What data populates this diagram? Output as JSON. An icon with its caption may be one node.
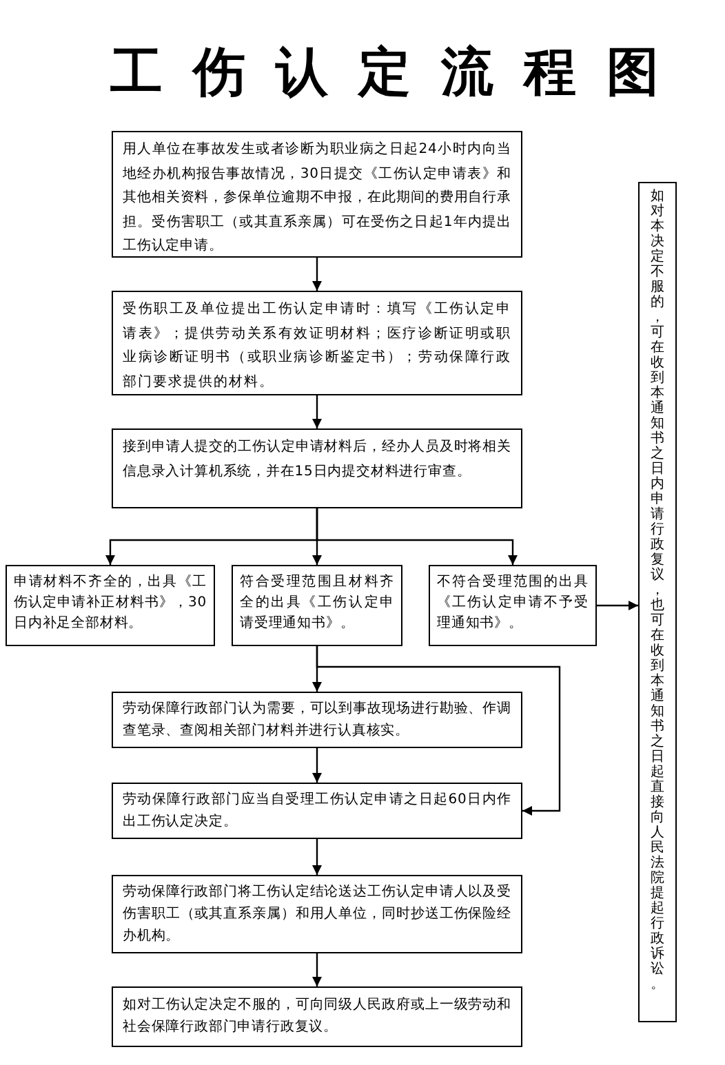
{
  "diagram": {
    "title": "工伤认定流程图",
    "nodes": [
      {
        "text": [
          "用人单位在事故发生或者诊断为职业病之日起24小时内向当地经办机构报告事故情况，30日提交《工伤认定申请表》和其他相关资料，参保单位逾期不申报，在此期间的费用自行承担。受伤害职工（或其直系亲属）可在受伤之日起1年内提出工伤认定申请。"
        ]
      },
      {
        "text": [
          "受伤职工及单位提出工伤认定申请时：填写《工伤认定申请表》；提供劳动关系有效证明材料；医疗诊断证明或职业病诊断证明书（或职业病诊断鉴定书）；劳动保障行政部门要求提供的材料。"
        ]
      },
      {
        "text": [
          "接到申请人提交的工伤认定申请材料后，经办人员及时将相关信息录入计算机系统，并在15日内提交材料进行审查。"
        ]
      },
      {
        "text": [
          "申请材料不齐全的，出具《工伤认定申请补正材料书》，30日内补足全部材料。"
        ]
      },
      {
        "text": [
          "符合受理范围且材料齐全的出具《工伤认定申请受理通知书》。"
        ]
      },
      {
        "text": [
          "不符合受理范围的出具《工伤认定申请不予受理通知书》。"
        ]
      },
      {
        "text": [
          "如对本决定不服的，可在收到本通知书之日内申请行政复议，也可在收到本通知书之日起直接向人民法院提起行政诉讼。"
        ]
      },
      {
        "text": [
          "劳动保障行政部门认为需要，可以到事故现场进行勘验、作调查笔录、查阅相关部门材料并进行认真核实。"
        ]
      },
      {
        "text": [
          "劳动保障行政部门应当自受理工伤认定申请之日起60日内作出工伤认定决定。"
        ]
      },
      {
        "text": [
          "劳动保障行政部门将工伤认定结论送达工伤认定申请人以及受伤害职工（或其直系亲属）和用人单位，同时抄送工伤保险经办机构。"
        ]
      },
      {
        "text": [
          "如对工伤认定决定不服的，可向同级人民政府或上一级劳动和社会保障行政部门申请行政复议。"
        ]
      }
    ],
    "edges": [
      {
        "from": 0,
        "to": 1,
        "arrow": "to"
      },
      {
        "from": 1,
        "to": 2,
        "arrow": "to"
      },
      {
        "from": 2,
        "to": 3,
        "arrow": "to"
      },
      {
        "from": 2,
        "to": 4,
        "arrow": "to"
      },
      {
        "from": 2,
        "to": 5,
        "arrow": "to"
      },
      {
        "from": 5,
        "to": 6,
        "arrow": "to"
      },
      {
        "from": 4,
        "to": 7,
        "arrow": "to"
      },
      {
        "from": 4,
        "to": 8,
        "arrow": "to"
      },
      {
        "from": 7,
        "to": 8,
        "arrow": "to"
      },
      {
        "from": 8,
        "to": 9,
        "arrow": "to"
      },
      {
        "from": 9,
        "to": 10,
        "arrow": "to"
      }
    ]
  }
}
